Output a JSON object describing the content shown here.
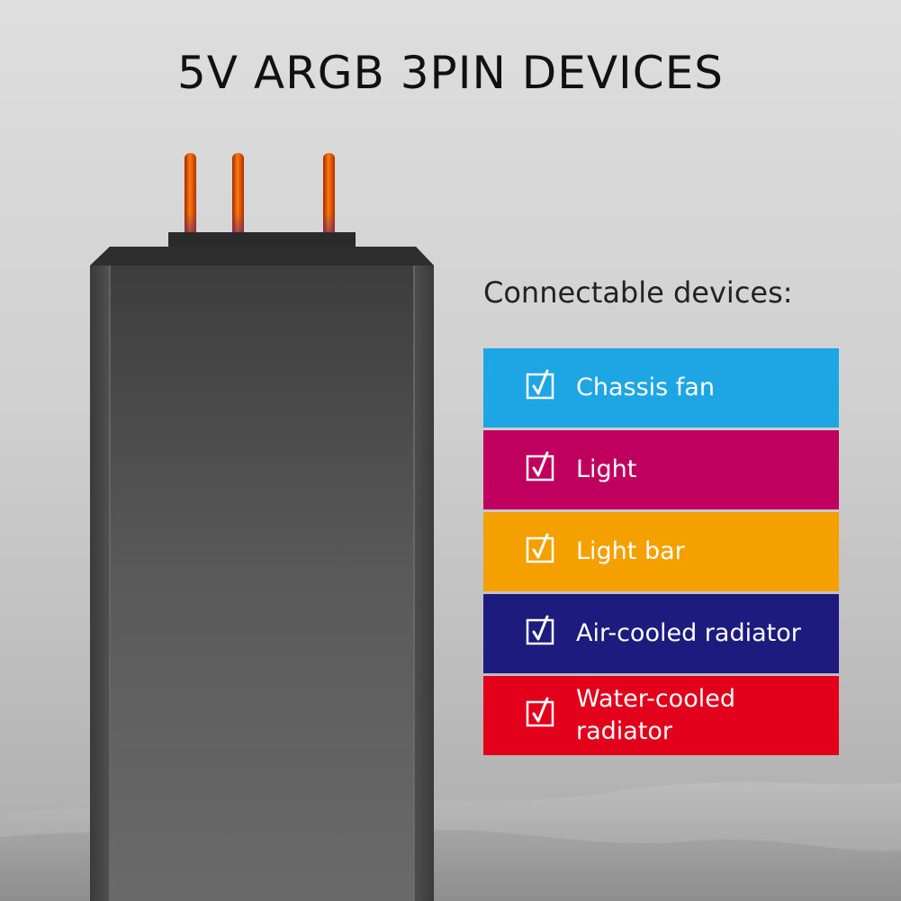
{
  "title": "5V ARGB 3PIN DEVICES",
  "subtitle": "Connectable devices:",
  "devices": [
    {
      "label": "Chassis fan",
      "color": "#1ea6e4",
      "checked": true
    },
    {
      "label": "Light",
      "color": "#c0005f",
      "checked": true
    },
    {
      "label": "Light bar",
      "color": "#f4a000",
      "checked": true
    },
    {
      "label": "Air-cooled radiator",
      "color": "#1d1c7e",
      "checked": true
    },
    {
      "label": "Water-cooled radiator",
      "color": "#e3001b",
      "checked": true
    }
  ],
  "colors": {
    "background": "#d0d0d0",
    "device_body": "#4a4a4a",
    "pins": "#f06000",
    "text": "#111111"
  }
}
